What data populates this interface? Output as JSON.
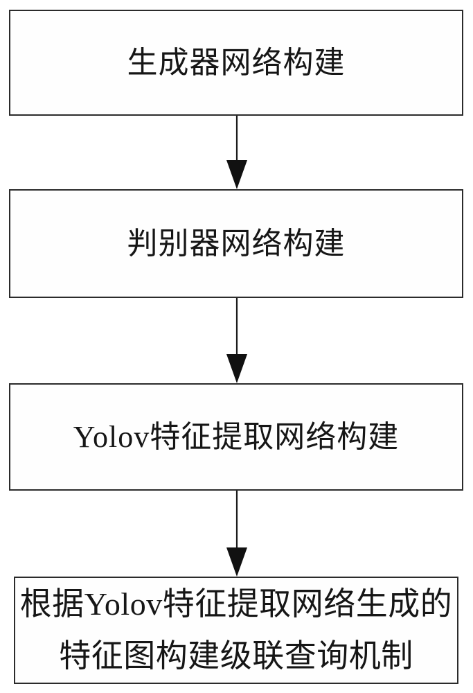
{
  "diagram": {
    "type": "flowchart",
    "direction": "top-to-bottom",
    "colors": {
      "background": "#ffffff",
      "box_fill": "#fefefe",
      "box_border": "#2b2b2b",
      "arrow": "#1c1c1c",
      "text": "#161616"
    },
    "steps": [
      {
        "id": "step-1",
        "label": "生成器网络构建"
      },
      {
        "id": "step-2",
        "label": "判别器网络构建"
      },
      {
        "id": "step-3",
        "label": "Yolov特征提取网络构建"
      },
      {
        "id": "step-4",
        "label": "根据Yolov特征提取网络生成的\n特征图构建级联查询机制"
      }
    ],
    "connectors": [
      {
        "from": "step-1",
        "to": "step-2",
        "style": "solid-line-filled-arrowhead"
      },
      {
        "from": "step-2",
        "to": "step-3",
        "style": "solid-line-filled-arrowhead"
      },
      {
        "from": "step-3",
        "to": "step-4",
        "style": "solid-line-filled-arrowhead"
      }
    ]
  }
}
